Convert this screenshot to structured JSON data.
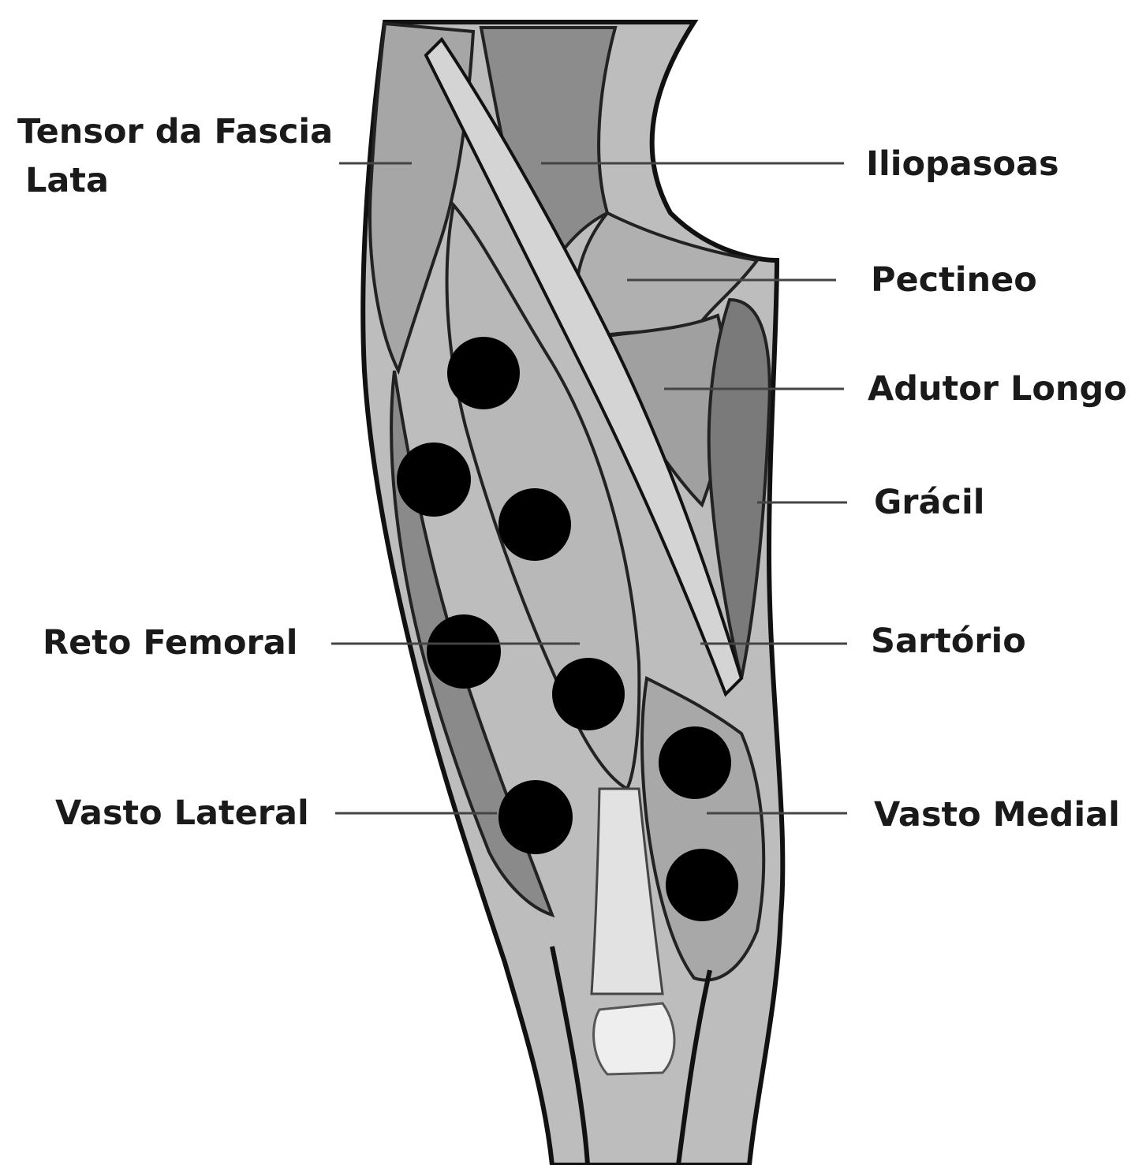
{
  "labels": {
    "tensor_line1": "Tensor da Fascia",
    "tensor_line2": "Lata",
    "iliopsoas": "Iliopasoas",
    "pectineo": "Pectineo",
    "adutor_longo": "Adutor Longo",
    "gracil": "Grácil",
    "reto_femoral": "Reto Femoral",
    "sartorio": "Sartório",
    "vasto_lateral": "Vasto Lateral",
    "vasto_medial": "Vasto Medial"
  },
  "colors": {
    "electrode": "#000000",
    "leader_line": "#444444",
    "muscle_light": "#c8c8c8",
    "muscle_mid": "#9a9a9a",
    "muscle_dark": "#6e6e6e",
    "outline": "#111111"
  }
}
